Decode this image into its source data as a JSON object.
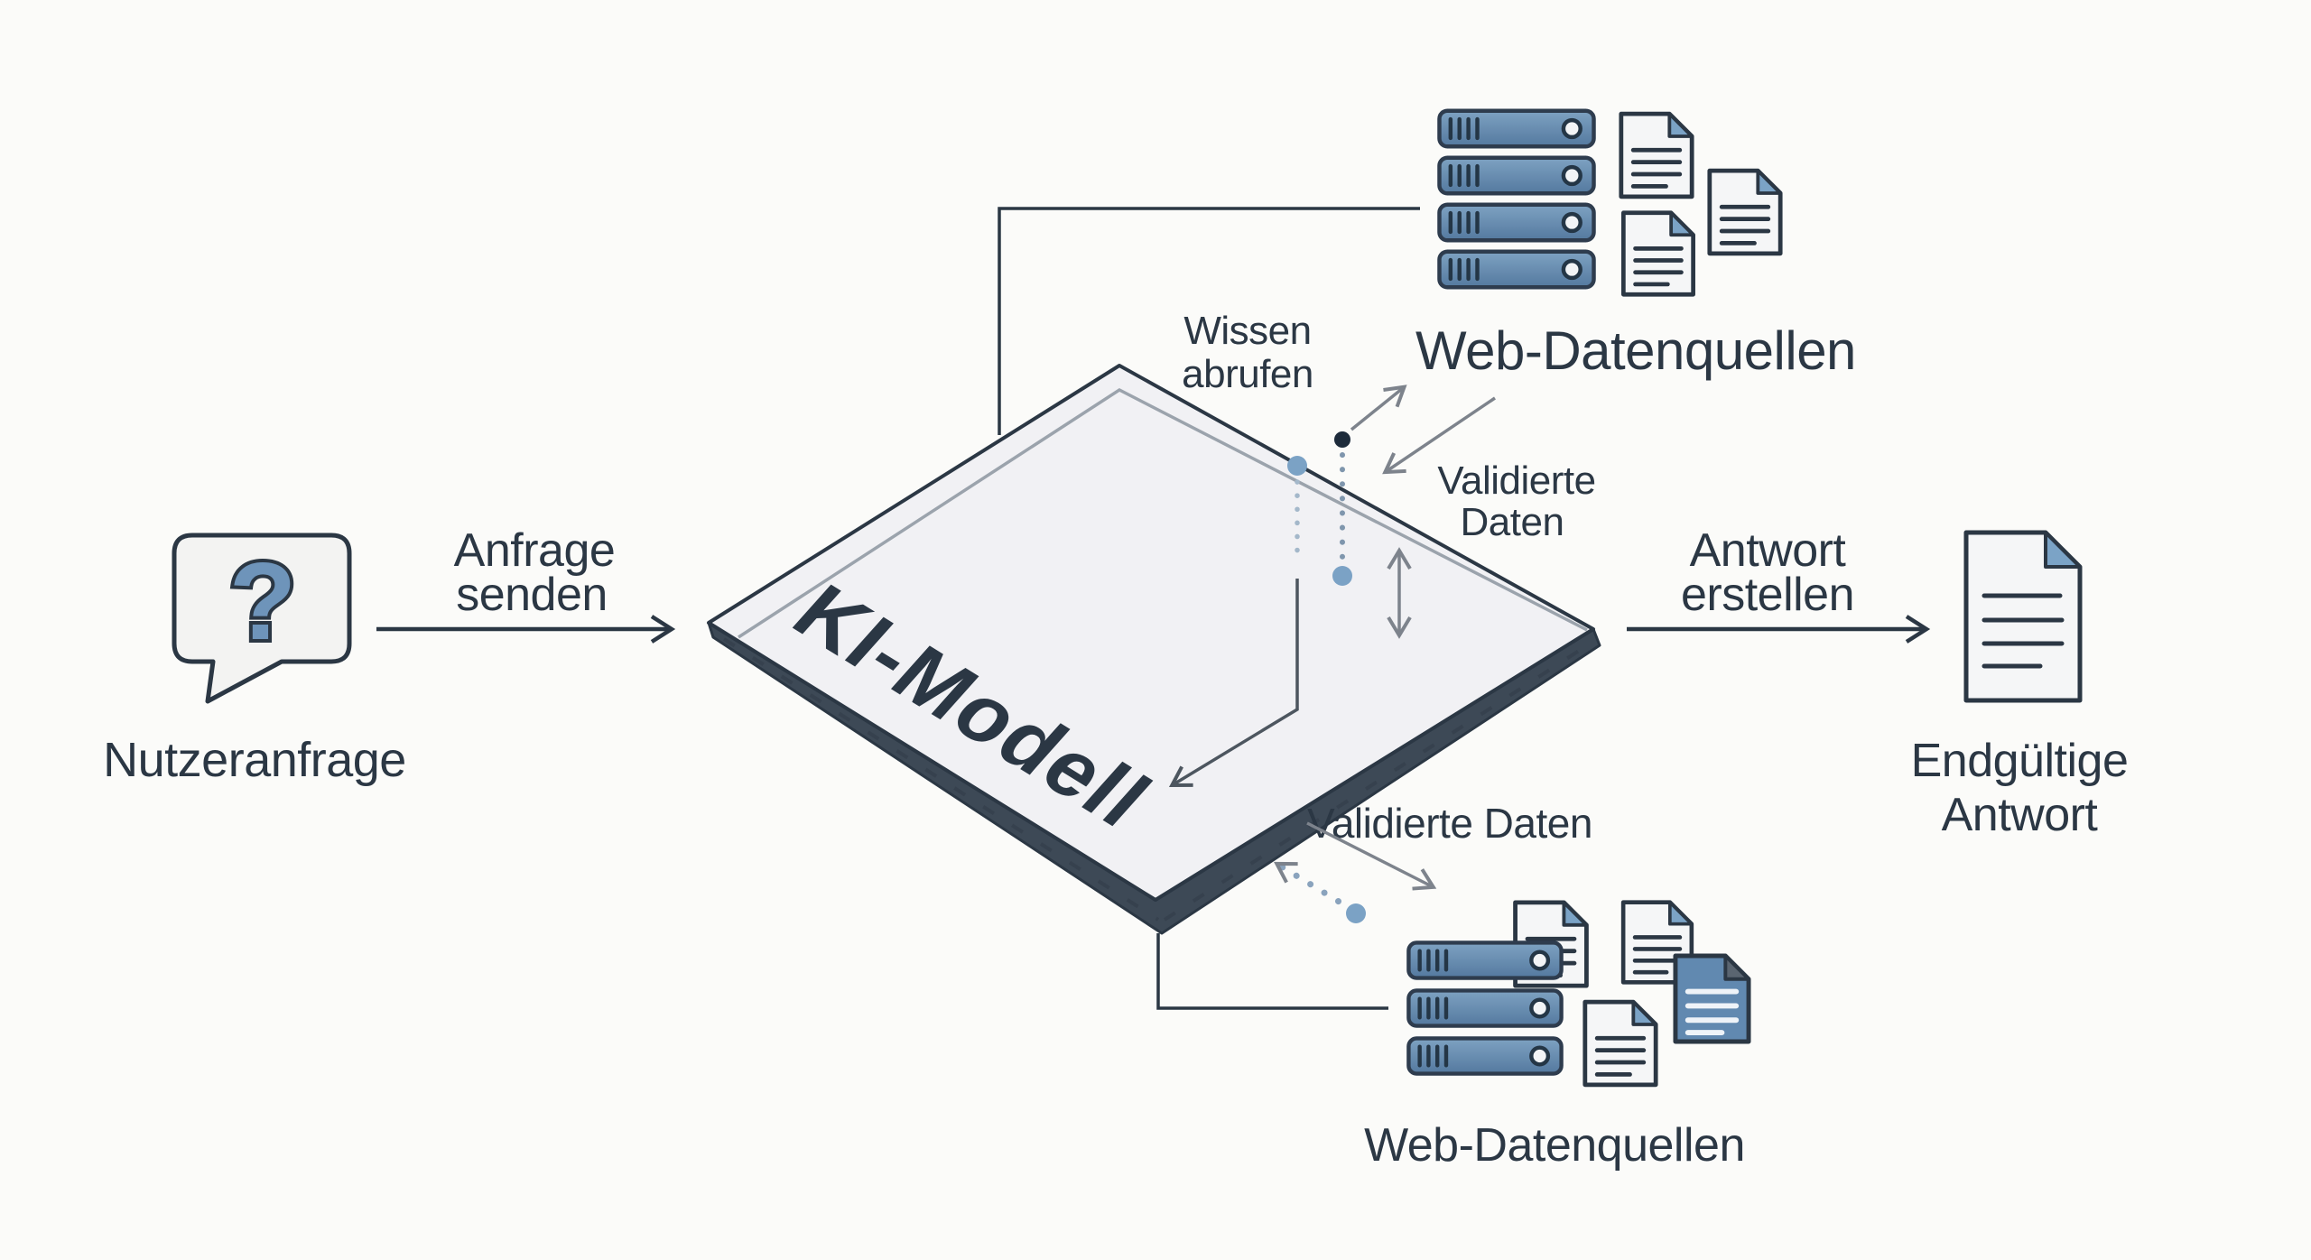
{
  "colors": {
    "bg": "#fbfbf9",
    "ink": "#2b3744",
    "gray-arrow": "#7d838c",
    "mid-arrow": "#4d565f",
    "face": "#f1f1f4",
    "side": "#3d4956",
    "bevel": "#9ba3ac",
    "doc": "#f5f6f7",
    "fold": "#7ba3c6",
    "doc-blue": "#6189b0",
    "fold-dark": "#5a6571",
    "server-blue": "#5d86ae",
    "dot-blue": "#7ba2c5",
    "dot-dark": "#1d2b3b"
  },
  "nodes": {
    "user_query": {
      "glyph": "?",
      "label": "Nutzeranfrage"
    },
    "ki_model": {
      "label": "KI-Modell"
    },
    "web_sources_top": {
      "label": "Web-Datenquellen"
    },
    "web_sources_bottom": {
      "label": "Web-Datenquellen"
    },
    "final_answer": {
      "line1": "Endgültige",
      "line2": "Antwort"
    }
  },
  "edges": {
    "send_request": {
      "line1": "Anfrage",
      "line2": "senden"
    },
    "retrieve_knowledge": {
      "line1": "Wissen",
      "line2": "abrufen"
    },
    "validated_data_top": {
      "line1": "Validierte",
      "line2": "Daten"
    },
    "create_answer": {
      "line1": "Antwort",
      "line2": "erstellen"
    },
    "validated_data_bottom": {
      "label": "Validierte Daten"
    }
  }
}
